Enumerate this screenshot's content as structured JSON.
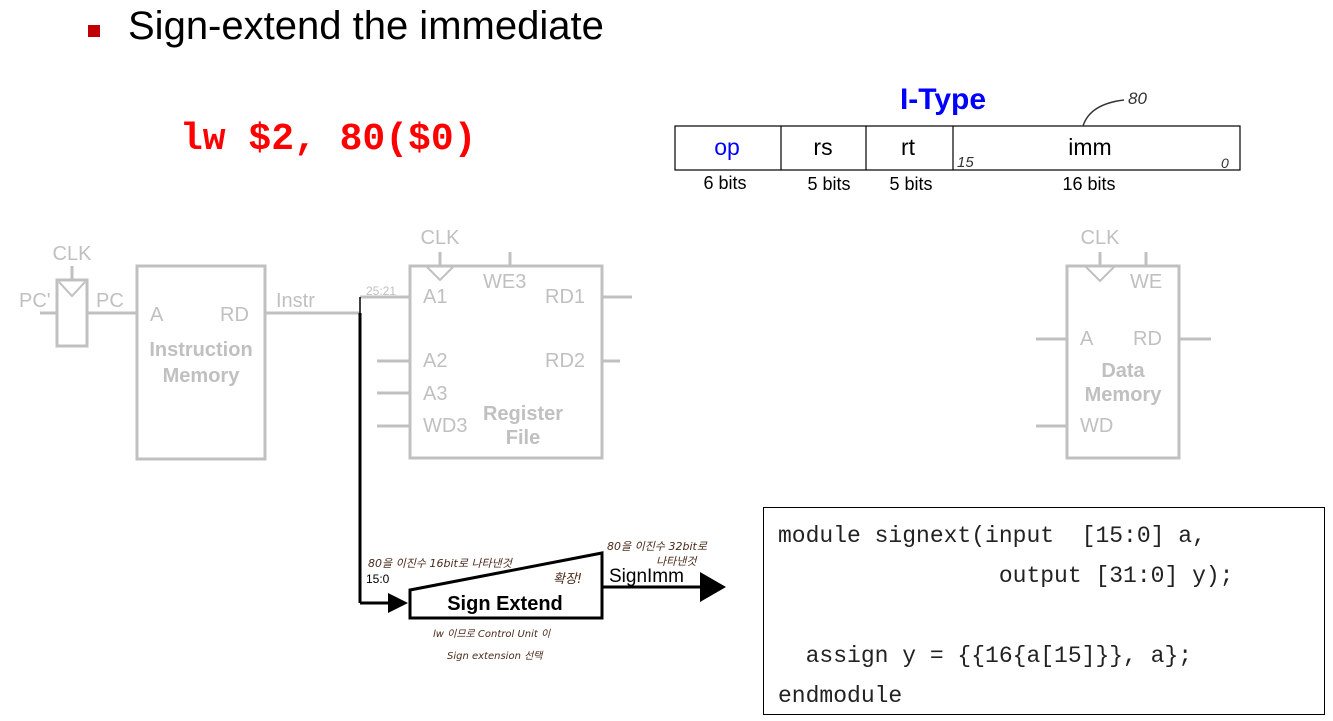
{
  "heading": "Sign-extend the immediate",
  "instruction": "lw $2, 80($0)",
  "itype": {
    "title": "I-Type",
    "fields": [
      {
        "name": "op",
        "bits": "6 bits"
      },
      {
        "name": "rs",
        "bits": "5 bits"
      },
      {
        "name": "rt",
        "bits": "5 bits"
      },
      {
        "name": "imm",
        "bits": "16 bits"
      }
    ],
    "annot_80": "80",
    "annot_15": "15",
    "annot_0": "0"
  },
  "pc_reg": {
    "clk": "CLK",
    "in": "PC'",
    "out": "PC"
  },
  "imem": {
    "a": "A",
    "rd": "RD",
    "name1": "Instruction",
    "name2": "Memory",
    "out": "Instr"
  },
  "regfile": {
    "clk": "CLK",
    "we3": "WE3",
    "a1": "A1",
    "a2": "A2",
    "a3": "A3",
    "wd3": "WD3",
    "rd1": "RD1",
    "rd2": "RD2",
    "name1": "Register",
    "name2": "File",
    "field": "25:21"
  },
  "dmem": {
    "clk": "CLK",
    "we": "WE",
    "a": "A",
    "rd": "RD",
    "wd": "WD",
    "name1": "Data",
    "name2": "Memory"
  },
  "signext": {
    "label": "Sign Extend",
    "in_field": "15:0",
    "out": "SignImm",
    "note_in": "80을 이진수 16bit로 나타낸것",
    "note_ext": "확장!",
    "note_out1": "80을 이진수 32bit로",
    "note_out2": "나타낸것",
    "note_below1": "lw 이므로 Control Unit 이",
    "note_below2": "Sign extension 선택"
  },
  "verilog": {
    "lines": [
      "module signext(input  [15:0] a,",
      "                output [31:0] y);",
      "",
      "  assign y = {{16{a[15]}}, a};",
      "endmodule"
    ]
  },
  "colors": {
    "accent_red": "#ff0000",
    "bullet": "#c00000",
    "itype_blue": "#0000ff",
    "gray": "#c0c0c0",
    "ink": "#4a2a1a"
  }
}
